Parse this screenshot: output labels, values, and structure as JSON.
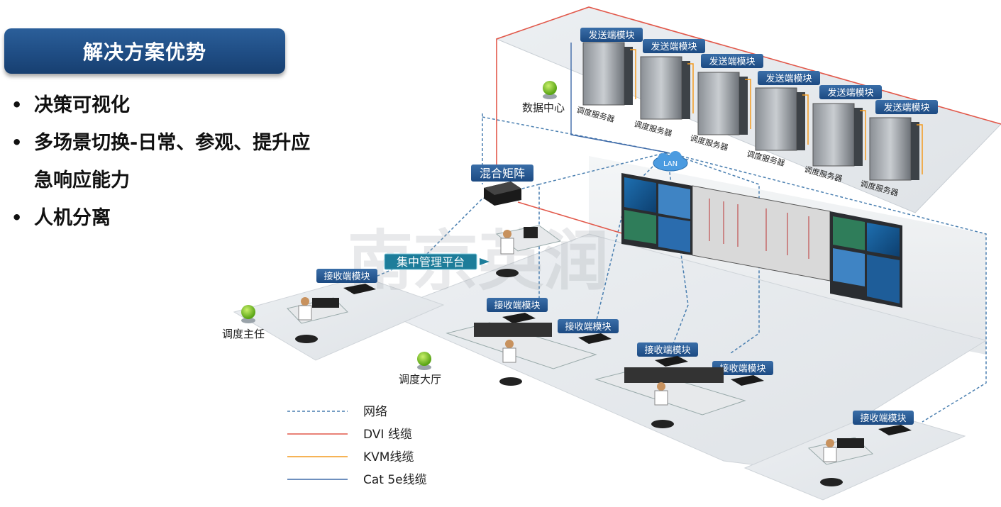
{
  "header": {
    "title": "解决方案优势"
  },
  "bullets": [
    {
      "text": "决策可视化"
    },
    {
      "text": "多场景切换-日常、参观、提升应急响应能力"
    },
    {
      "text": "人机分离"
    }
  ],
  "diagram": {
    "data_center_label": "数据中心",
    "sender_module_label": "发送端模块",
    "server_label": "调度服务器",
    "lan_label": "LAN",
    "matrix_label": "混合矩阵",
    "mgmt_platform_label": "集中管理平台",
    "receiver_module_label": "接收端模块",
    "director_label": "调度主任",
    "hall_label": "调度大厅",
    "watermark": "南京英润"
  },
  "legend": [
    {
      "label": "网络",
      "color": "#4a7fb0",
      "style": "dashed"
    },
    {
      "label": "DVI 线缆",
      "color": "#e2584a",
      "style": "solid"
    },
    {
      "label": "KVM线缆",
      "color": "#f39a1e",
      "style": "solid"
    },
    {
      "label": "Cat 5e线缆",
      "color": "#3e6aa8",
      "style": "solid"
    }
  ],
  "colors": {
    "title_bg": "#1f4d84",
    "label_bg": "#1f4d84",
    "platform_bg": "#1d7d9a"
  }
}
